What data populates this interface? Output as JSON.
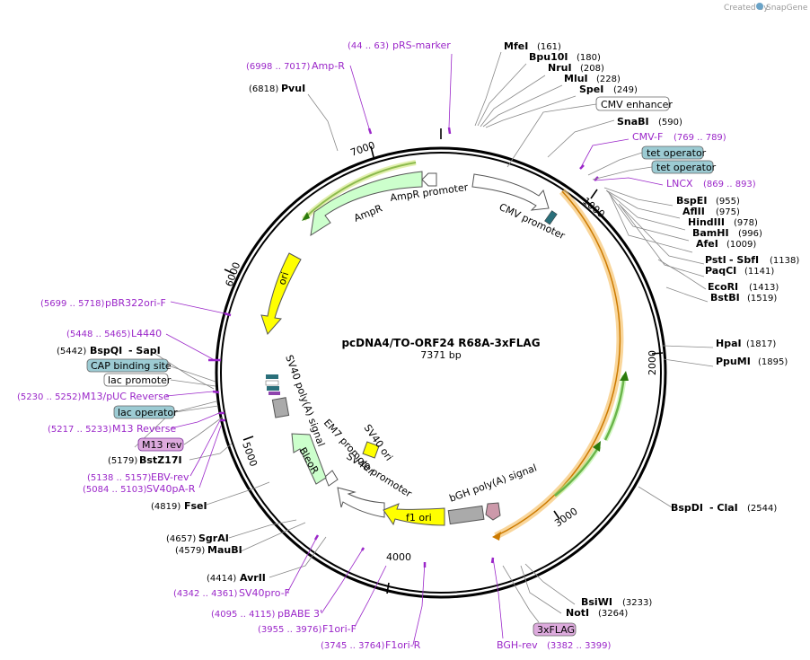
{
  "brand": {
    "prefix": "Created by",
    "name": "SnapGene"
  },
  "plasmid": {
    "name": "pcDNA4/TO-ORF24 R68A-3xFLAG",
    "size": "7371 bp"
  },
  "colors": {
    "primer": "#9b27c9",
    "ampr": "#ccffcc",
    "ori": "#ffff00",
    "cmv": "#ffffff",
    "orf": "#f0a030",
    "boxed_blue": "#9ccbd3",
    "boxed_pink": "#ddaadd"
  },
  "ticks": [
    "1000",
    "2000",
    "3000",
    "4000",
    "5000",
    "6000",
    "7000"
  ],
  "enzymes_right": [
    {
      "name": "MfeI",
      "pos": "(161)"
    },
    {
      "name": "Bpu10I",
      "pos": "(180)"
    },
    {
      "name": "NruI",
      "pos": "(208)"
    },
    {
      "name": "MluI",
      "pos": "(228)"
    },
    {
      "name": "SpeI",
      "pos": "(249)"
    },
    {
      "name": "SnaBI",
      "pos": "(590)"
    },
    {
      "name": "BspEI",
      "pos": "(955)"
    },
    {
      "name": "AflII",
      "pos": "(975)"
    },
    {
      "name": "HindIII",
      "pos": "(978)"
    },
    {
      "name": "BamHI",
      "pos": "(996)"
    },
    {
      "name": "AfeI",
      "pos": "(1009)"
    },
    {
      "name": "PstI",
      "pos": "(1138)"
    },
    {
      "name": "- SbfI",
      "pos": ""
    },
    {
      "name": "PaqCI",
      "pos": "(1141)"
    },
    {
      "name": "EcoRI",
      "pos": "(1413)"
    },
    {
      "name": "BstBI",
      "pos": "(1519)"
    },
    {
      "name": "HpaI",
      "pos": "(1817)"
    },
    {
      "name": "PpuMI",
      "pos": "(1895)"
    },
    {
      "name": "BspDI",
      "pos": ""
    },
    {
      "name": "- ClaI",
      "pos": "(2544)"
    },
    {
      "name": "BsiWI",
      "pos": "(3233)"
    },
    {
      "name": "NotI",
      "pos": "(3264)"
    }
  ],
  "enzymes_left": [
    {
      "name": "PvuI",
      "pos": "(6818)"
    },
    {
      "name": "BspQI",
      "pos": "(5442)"
    },
    {
      "name": "- SapI",
      "pos": ""
    },
    {
      "name": "BstZ17I",
      "pos": "(5179)"
    },
    {
      "name": "FseI",
      "pos": "(4819)"
    },
    {
      "name": "SgrAI",
      "pos": "(4657)"
    },
    {
      "name": "MauBI",
      "pos": "(4579)"
    },
    {
      "name": "AvrII",
      "pos": "(4414)"
    }
  ],
  "primers": [
    {
      "name": "pRS-marker",
      "pos": "(44 .. 63)"
    },
    {
      "name": "Amp-R",
      "pos": "(6998 .. 7017)"
    },
    {
      "name": "CMV-F",
      "pos": "(769 .. 789)"
    },
    {
      "name": "LNCX",
      "pos": "(869 .. 893)"
    },
    {
      "name": "pBR322ori-F",
      "pos": "(5699 .. 5718)"
    },
    {
      "name": "L4440",
      "pos": "(5448 .. 5465)"
    },
    {
      "name": "M13/pUC Reverse",
      "pos": "(5230 .. 5252)"
    },
    {
      "name": "M13 Reverse",
      "pos": "(5217 .. 5233)"
    },
    {
      "name": "EBV-rev",
      "pos": "(5138 .. 5157)"
    },
    {
      "name": "SV40pA-R",
      "pos": "(5084 .. 5103)"
    },
    {
      "name": "SV40pro-F",
      "pos": "(4342 .. 4361)"
    },
    {
      "name": "pBABE 3'",
      "pos": "(4095 .. 4115)"
    },
    {
      "name": "F1ori-F",
      "pos": "(3955 .. 3976)"
    },
    {
      "name": "F1ori-R",
      "pos": "(3745 .. 3764)"
    },
    {
      "name": "BGH-rev",
      "pos": "(3382 .. 3399)"
    }
  ],
  "boxed": {
    "cmv_enhancer": "CMV enhancer",
    "tet_operator_1": "tet operator",
    "tet_operator_2": "tet operator",
    "cap_binding": "CAP binding site",
    "lac_promoter": "lac promoter",
    "lac_operator": "lac operator",
    "m13_rev": "M13 rev",
    "flag": "3xFLAG"
  },
  "features": {
    "ampr": "AmpR",
    "ampr_promoter": "AmpR promoter",
    "cmv_promoter": "CMV promoter",
    "ori": "ori",
    "sv40_polya": "SV40 poly(A) signal",
    "em7": "EM7 promoter",
    "bleor": "BleoR",
    "sv40_promoter": "SV40 promoter",
    "sv40_ori": "SV40 ori",
    "f1_ori": "f1 ori",
    "bgh": "bGH poly(A) signal"
  }
}
